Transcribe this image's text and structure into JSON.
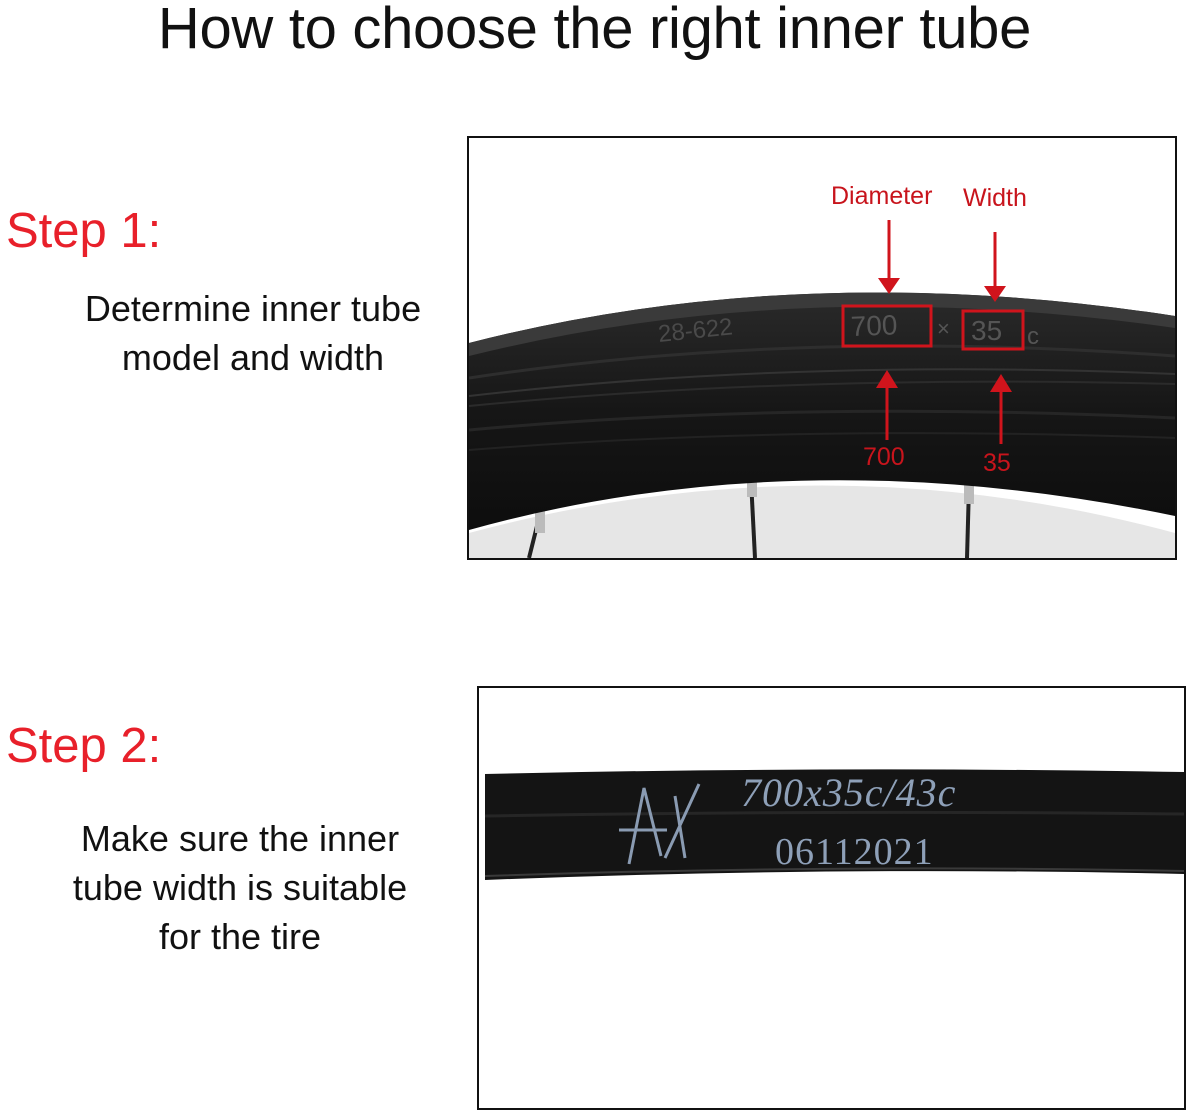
{
  "title": "How to choose the right inner tube",
  "step1": {
    "label": "Step 1:",
    "description_line1": "Determine inner tube",
    "description_line2": "model and width",
    "tire_markings": {
      "etrto": "28-622",
      "diameter": "700",
      "separator": "×",
      "width": "35",
      "suffix": "c"
    },
    "annotations": {
      "diameter_label": "Diameter",
      "width_label": "Width",
      "diameter_value": "700",
      "width_value": "35"
    }
  },
  "step2": {
    "label": "Step 2:",
    "description_line1": "Make sure the inner",
    "description_line2": "tube width is suitable",
    "description_line3": "for the tire",
    "tube_markings": {
      "size": "700x35c/43c",
      "code": "06112021"
    }
  },
  "colors": {
    "accent_red": "#e8202a",
    "annotation_red": "#c8141c",
    "text": "#111111",
    "rubber": "#1a1a1a"
  }
}
